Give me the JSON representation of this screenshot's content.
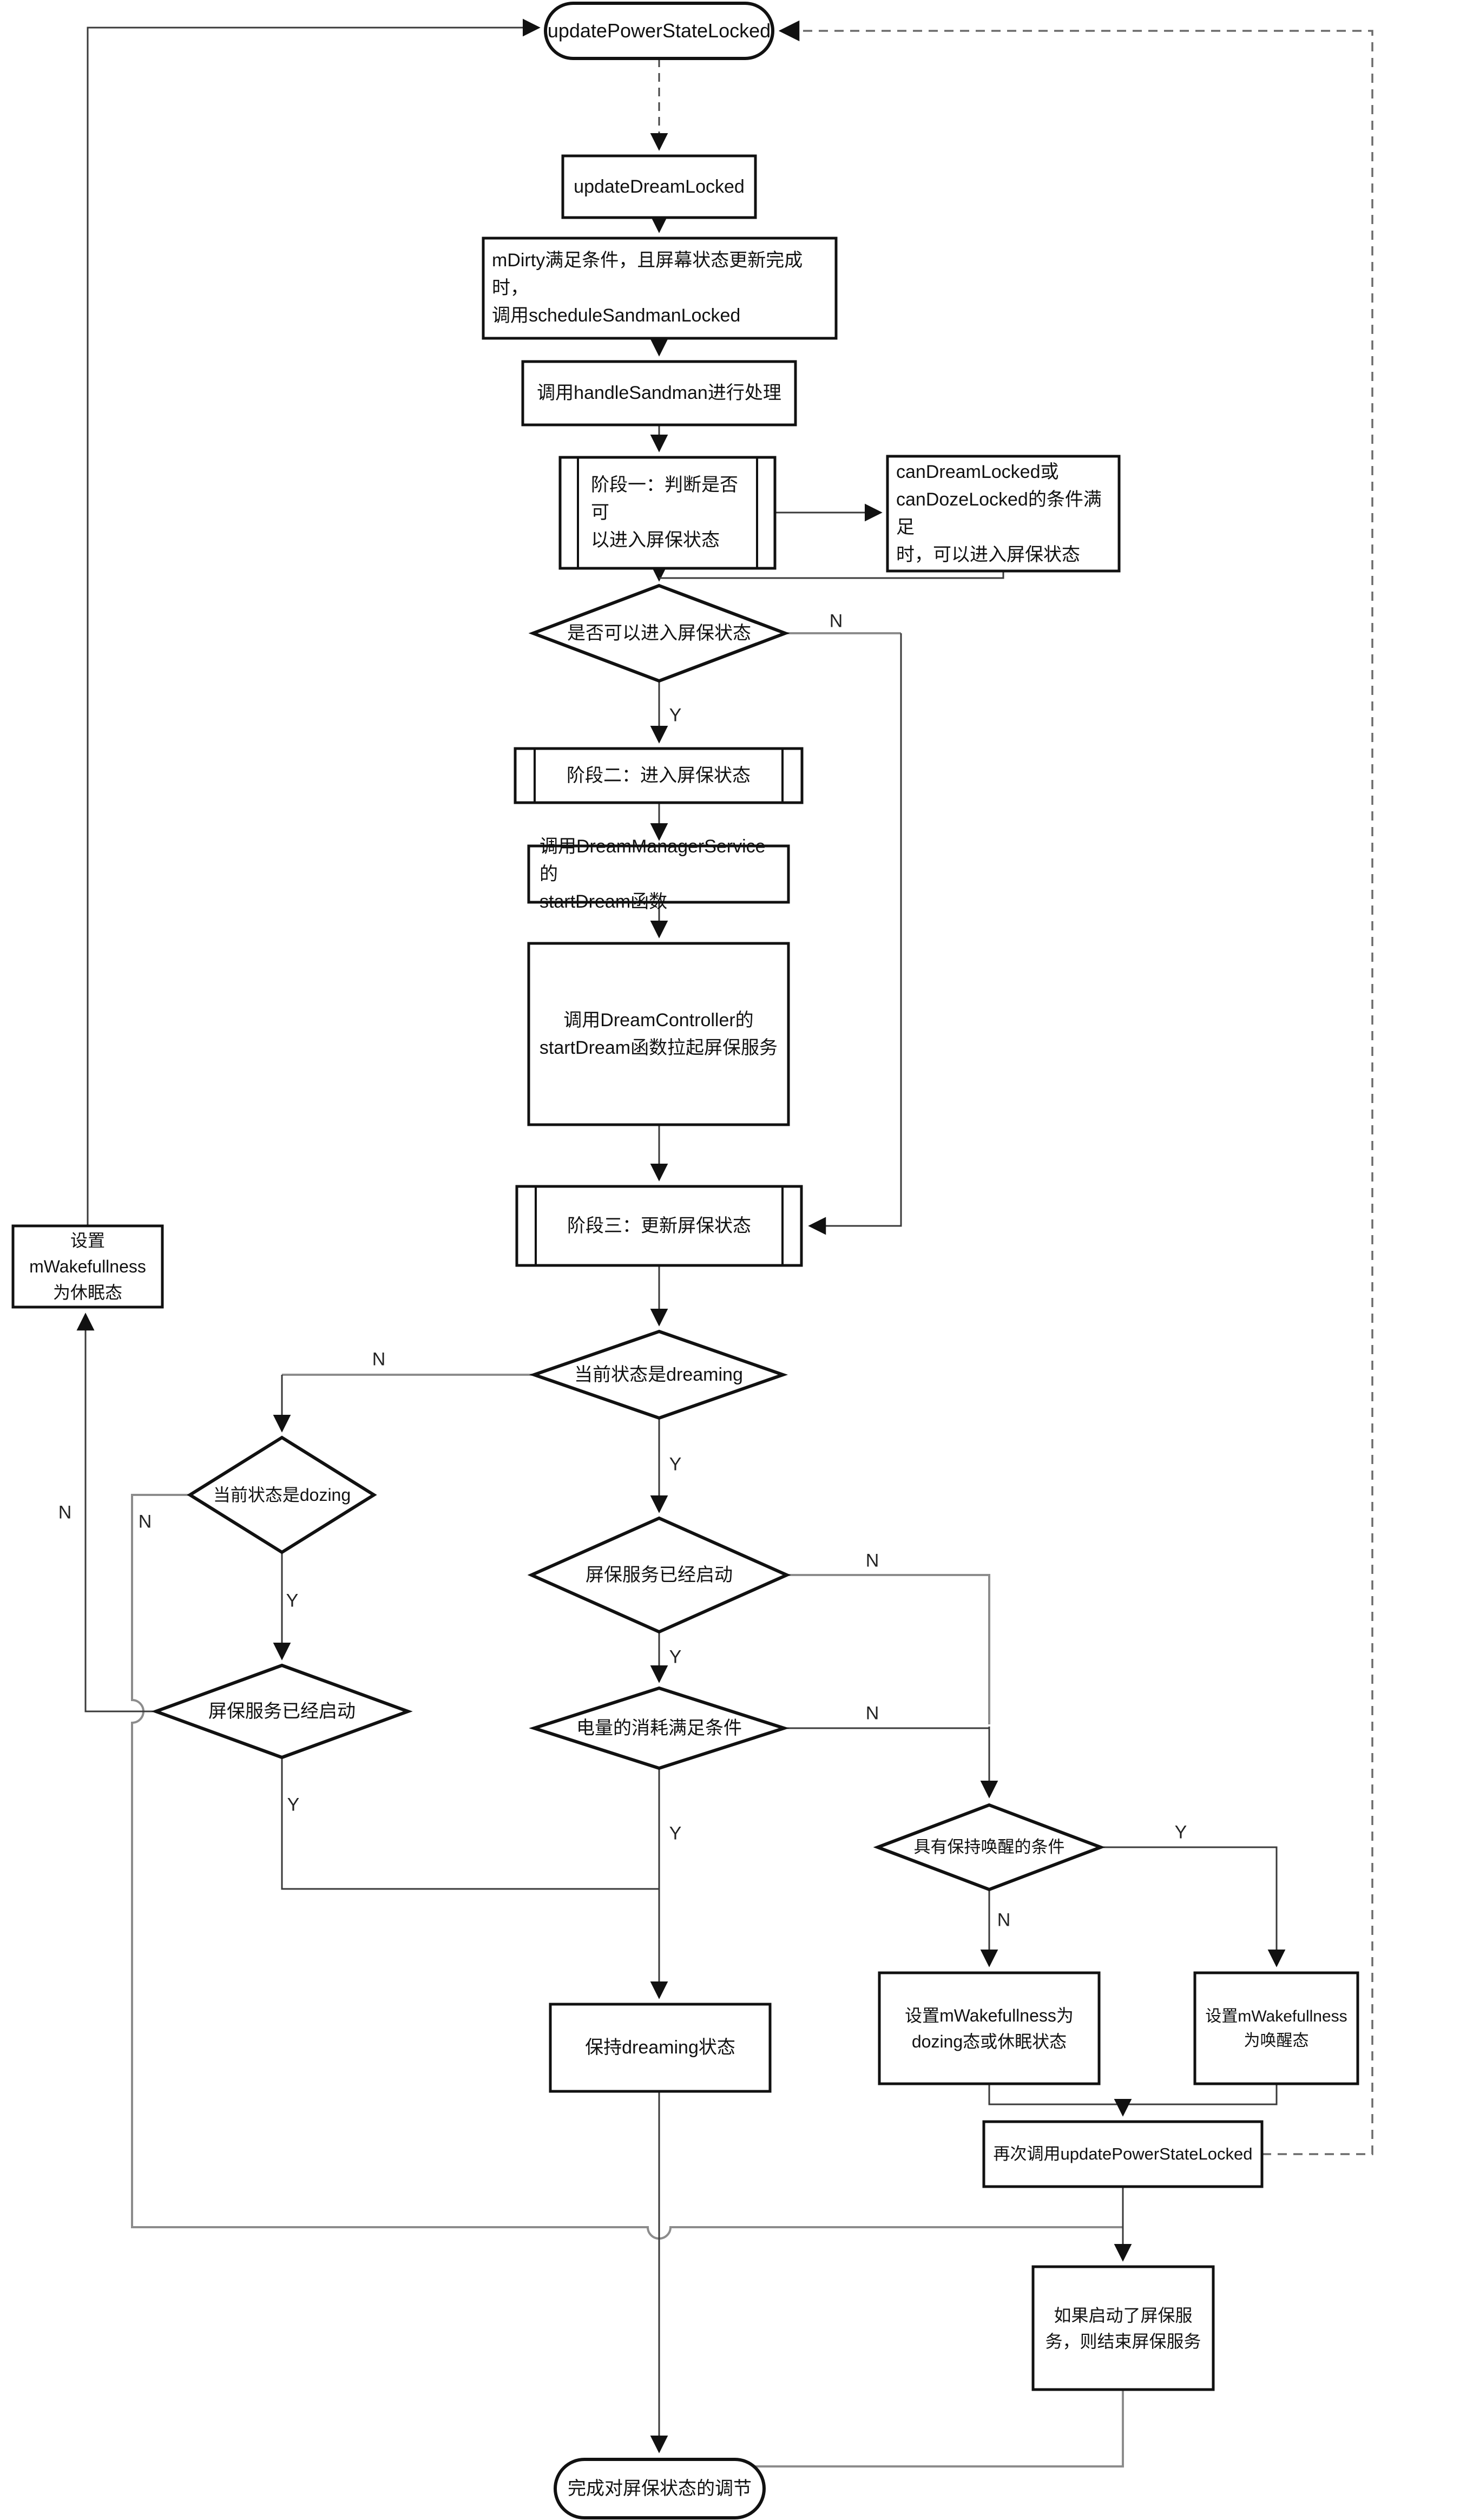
{
  "nodes": {
    "start_oval": {
      "label": "updatePowerStateLocked"
    },
    "update_dream": {
      "label": "updateDreamLocked"
    },
    "mdirty": {
      "label": "mDirty满足条件，且屏幕状态更新完成时，\n调用scheduleSandmanLocked"
    },
    "handle_sandman": {
      "label": "调用handleSandman进行处理"
    },
    "stage1": {
      "label": "阶段一：判断是否可\n以进入屏保状态"
    },
    "can_dream_note": {
      "label": "canDreamLocked或\ncanDozeLocked的条件满足\n时，可以进入屏保状态"
    },
    "d_can_enter": {
      "label": "是否可以进入屏保状态"
    },
    "stage2": {
      "label": "阶段二：进入屏保状态"
    },
    "dm_service": {
      "label": "调用DreamManagerService的\nstartDream函数"
    },
    "d_controller": {
      "label": "调用DreamController的\nstartDream函数拉起屏保服务"
    },
    "stage3": {
      "label": "阶段三：更新屏保状态"
    },
    "set_sleep": {
      "label": "设置mWakefullness\n为休眠态"
    },
    "d_is_dreaming": {
      "label": "当前状态是dreaming"
    },
    "d_is_dozing": {
      "label": "当前状态是dozing"
    },
    "d_started_left": {
      "label": "屏保服务已经启动"
    },
    "d_started_center": {
      "label": "屏保服务已经启动"
    },
    "d_power_ok": {
      "label": "电量的消耗满足条件"
    },
    "d_keep_awake": {
      "label": "具有保持唤醒的条件"
    },
    "set_dozing": {
      "label": "设置mWakefullness为\ndozing态或休眠状态"
    },
    "set_awake": {
      "label": "设置mWakefullness\n为唤醒态"
    },
    "keep_dreaming": {
      "label": "保持dreaming状态"
    },
    "call_again": {
      "label": "再次调用updatePowerStateLocked"
    },
    "stop_service": {
      "label": "如果启动了屏保服\n务，则结束屏保服务"
    },
    "end_oval": {
      "label": "完成对屏保状态的调节"
    }
  },
  "edge_labels": {
    "d1_n": "N",
    "d1_y": "Y",
    "d2_n": "N",
    "d2_y": "Y",
    "d3_n": "N",
    "d3_y": "Y",
    "d4_n": "N",
    "d4_y": "Y",
    "d5_n": "N",
    "d5_y": "Y",
    "d6_n": "N",
    "d6_y": "Y",
    "d7_n": "N",
    "d7_y": "Y"
  },
  "colors": {
    "shape_stroke": "#111111",
    "wire": "#3a3a3a",
    "wire_gray": "#8c8c8c",
    "dash": "#6b6b6b"
  }
}
